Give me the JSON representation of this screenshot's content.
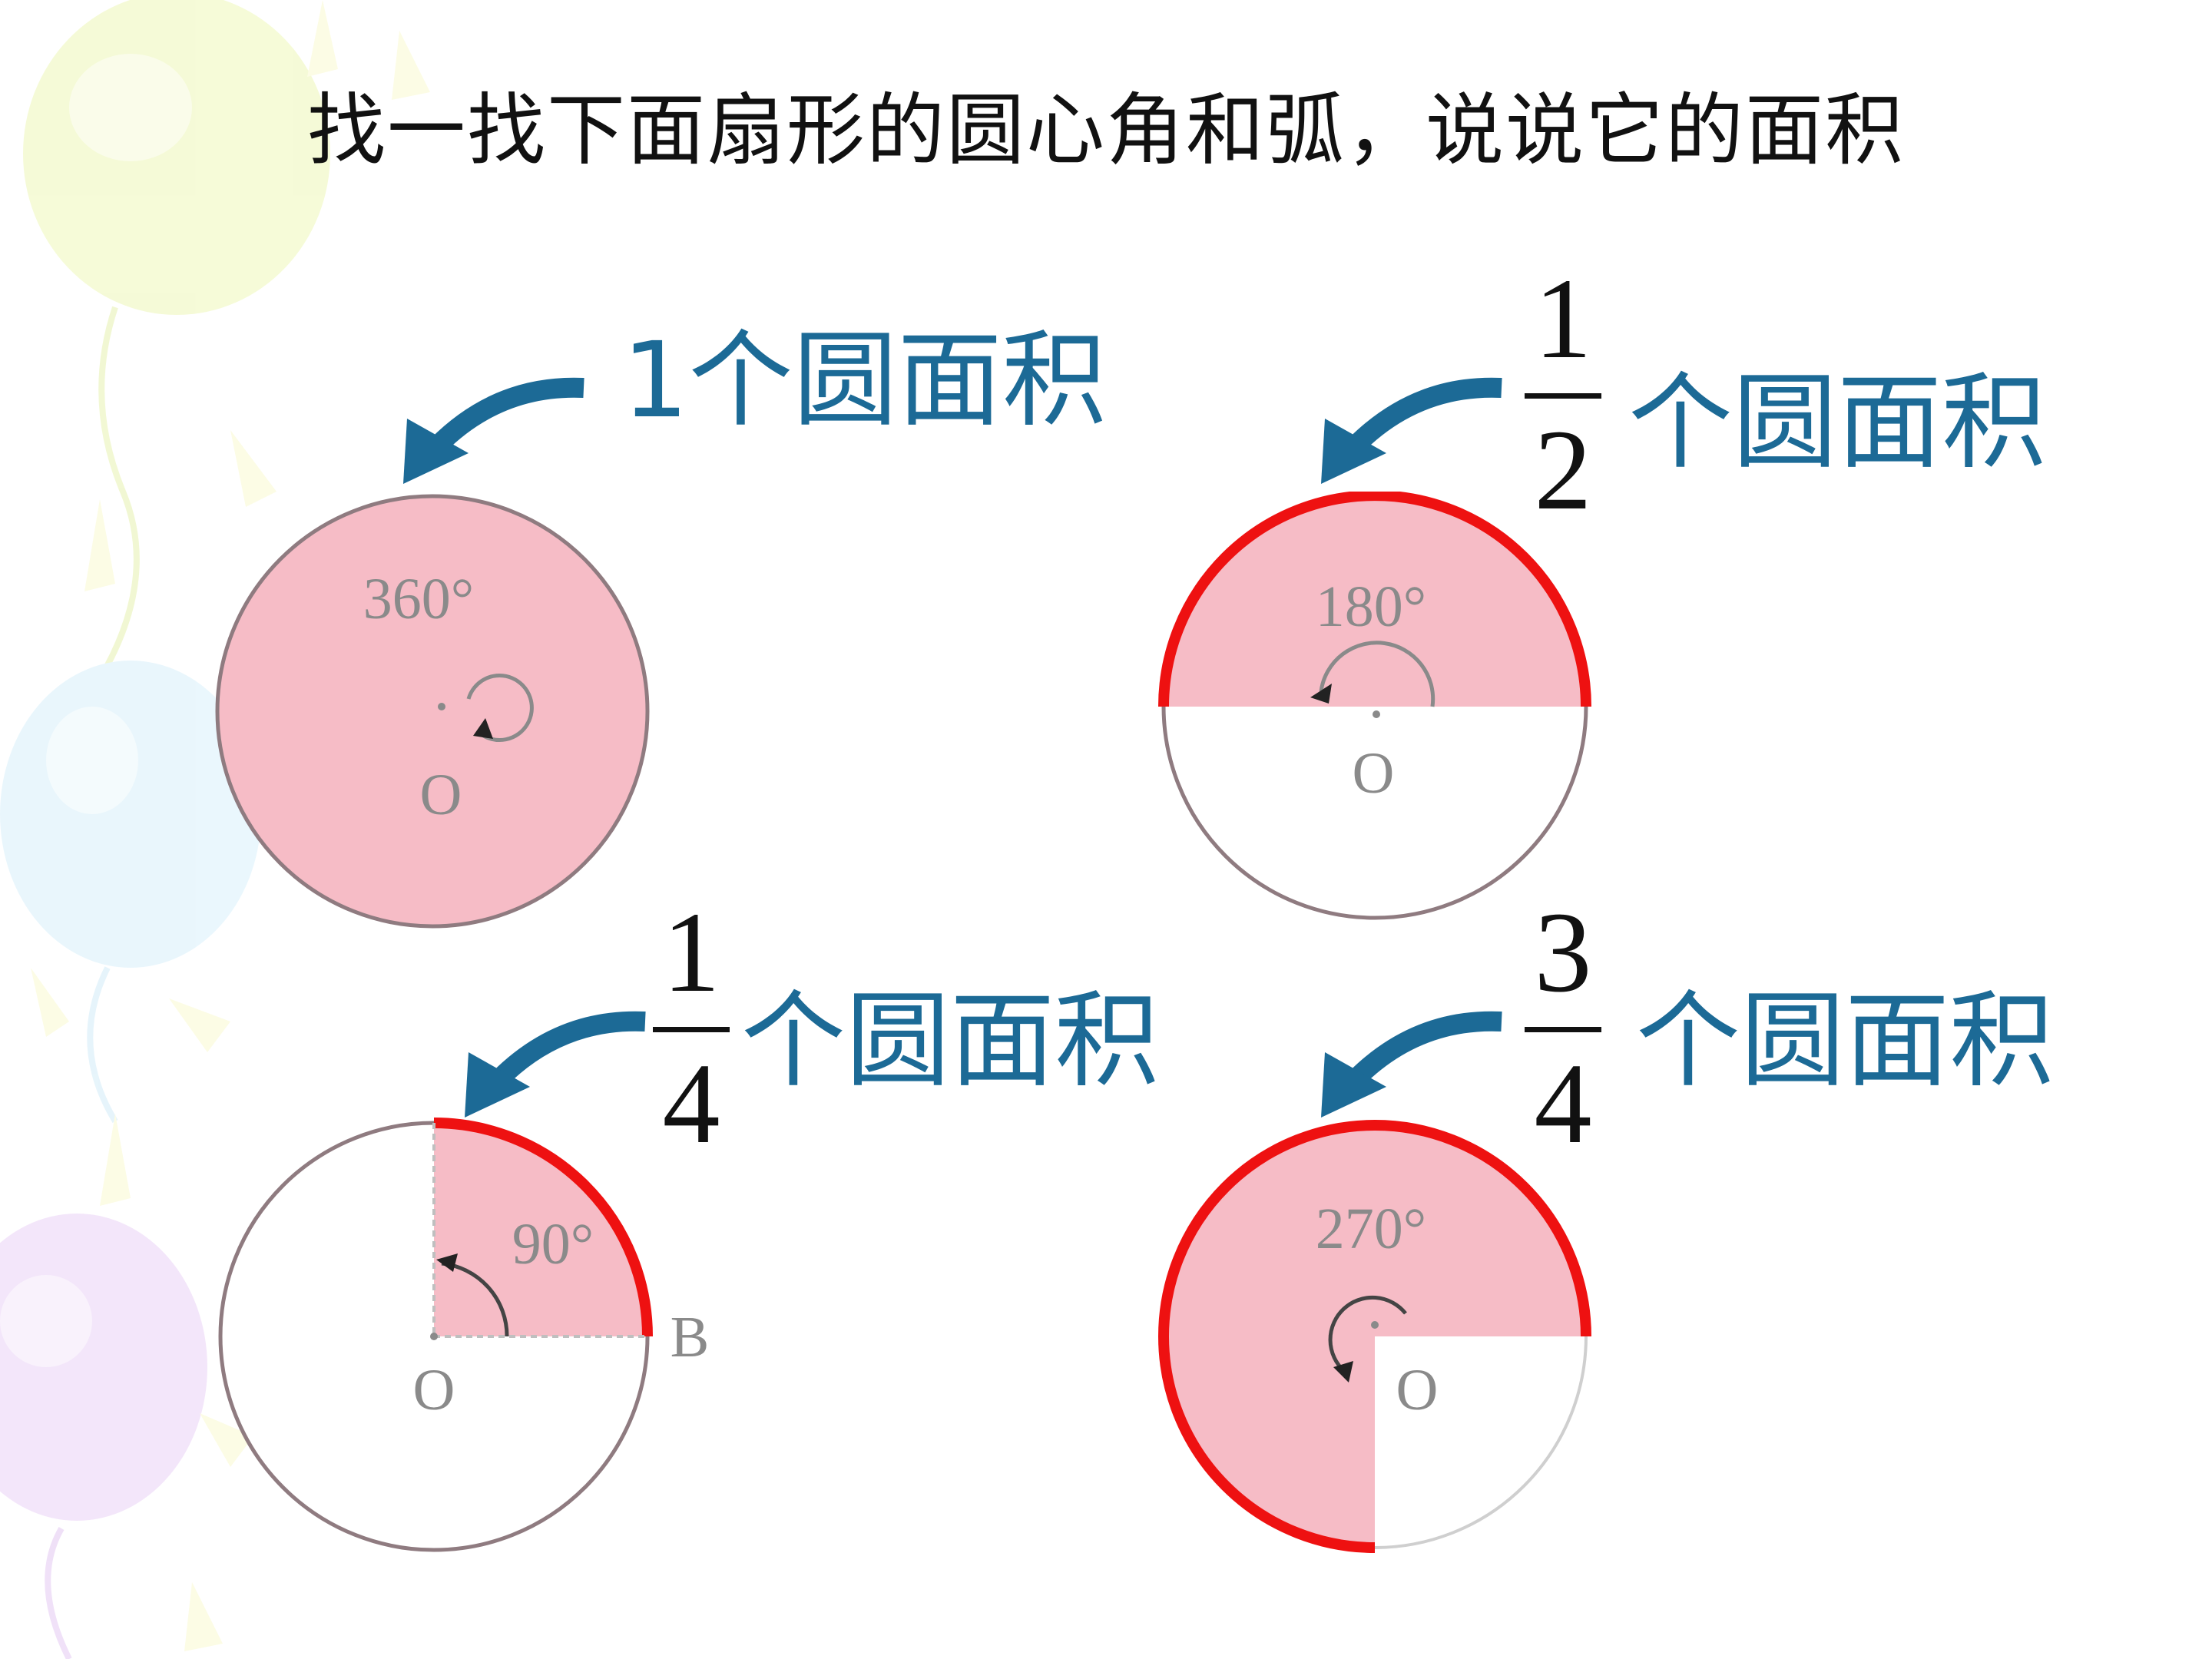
{
  "title": "找一找下面扇形的圆心角和弧，说说它的面积",
  "diagrams": [
    {
      "id": "full",
      "angle_label": "360°",
      "center_label": "O",
      "area_label": "1个圆面积",
      "fraction_of_circle": 1
    },
    {
      "id": "half",
      "angle_label": "180°",
      "center_label": "O",
      "numerator": "1",
      "denominator": "2",
      "area_text": "个圆面积",
      "fraction_of_circle": 0.5
    },
    {
      "id": "quarter",
      "angle_label": "90°",
      "center_label": "O",
      "point_label": "B",
      "numerator": "1",
      "denominator": "4",
      "area_text": "个圆面积",
      "fraction_of_circle": 0.25
    },
    {
      "id": "three-quarter",
      "angle_label": "270°",
      "center_label": "O",
      "numerator": "3",
      "denominator": "4",
      "area_text": "个圆面积",
      "fraction_of_circle": 0.75
    }
  ],
  "colors": {
    "sector_fill": "#f6bcc6",
    "arc": "#ee1111",
    "outline": "#8f7b80",
    "text_blue": "#1c6a96",
    "text_gray": "#8a8a8a"
  }
}
